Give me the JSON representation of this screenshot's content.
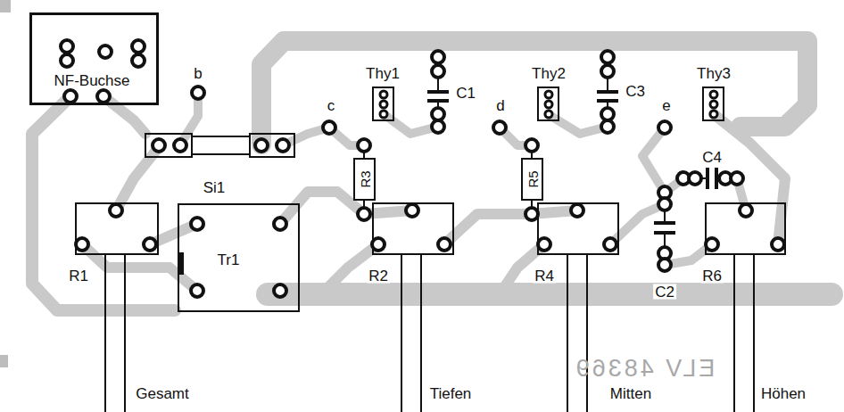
{
  "diagram": {
    "nodes": [
      {
        "text": [
          "NF-Buchse"
        ]
      },
      {
        "text": [
          "R3"
        ]
      },
      {
        "text": [
          "R5"
        ]
      },
      {
        "text": [
          "Tr1"
        ]
      }
    ],
    "labels": [
      "b",
      "Thy1",
      "C1",
      "Thy2",
      "C3",
      "Thy3",
      "c",
      "d",
      "e",
      "C4",
      "Si1",
      "R1",
      "R2",
      "R4",
      "R6",
      "C2",
      "Gesamt",
      "Tiefen",
      "Mitten",
      "Höhen",
      "ELV 48369"
    ]
  }
}
